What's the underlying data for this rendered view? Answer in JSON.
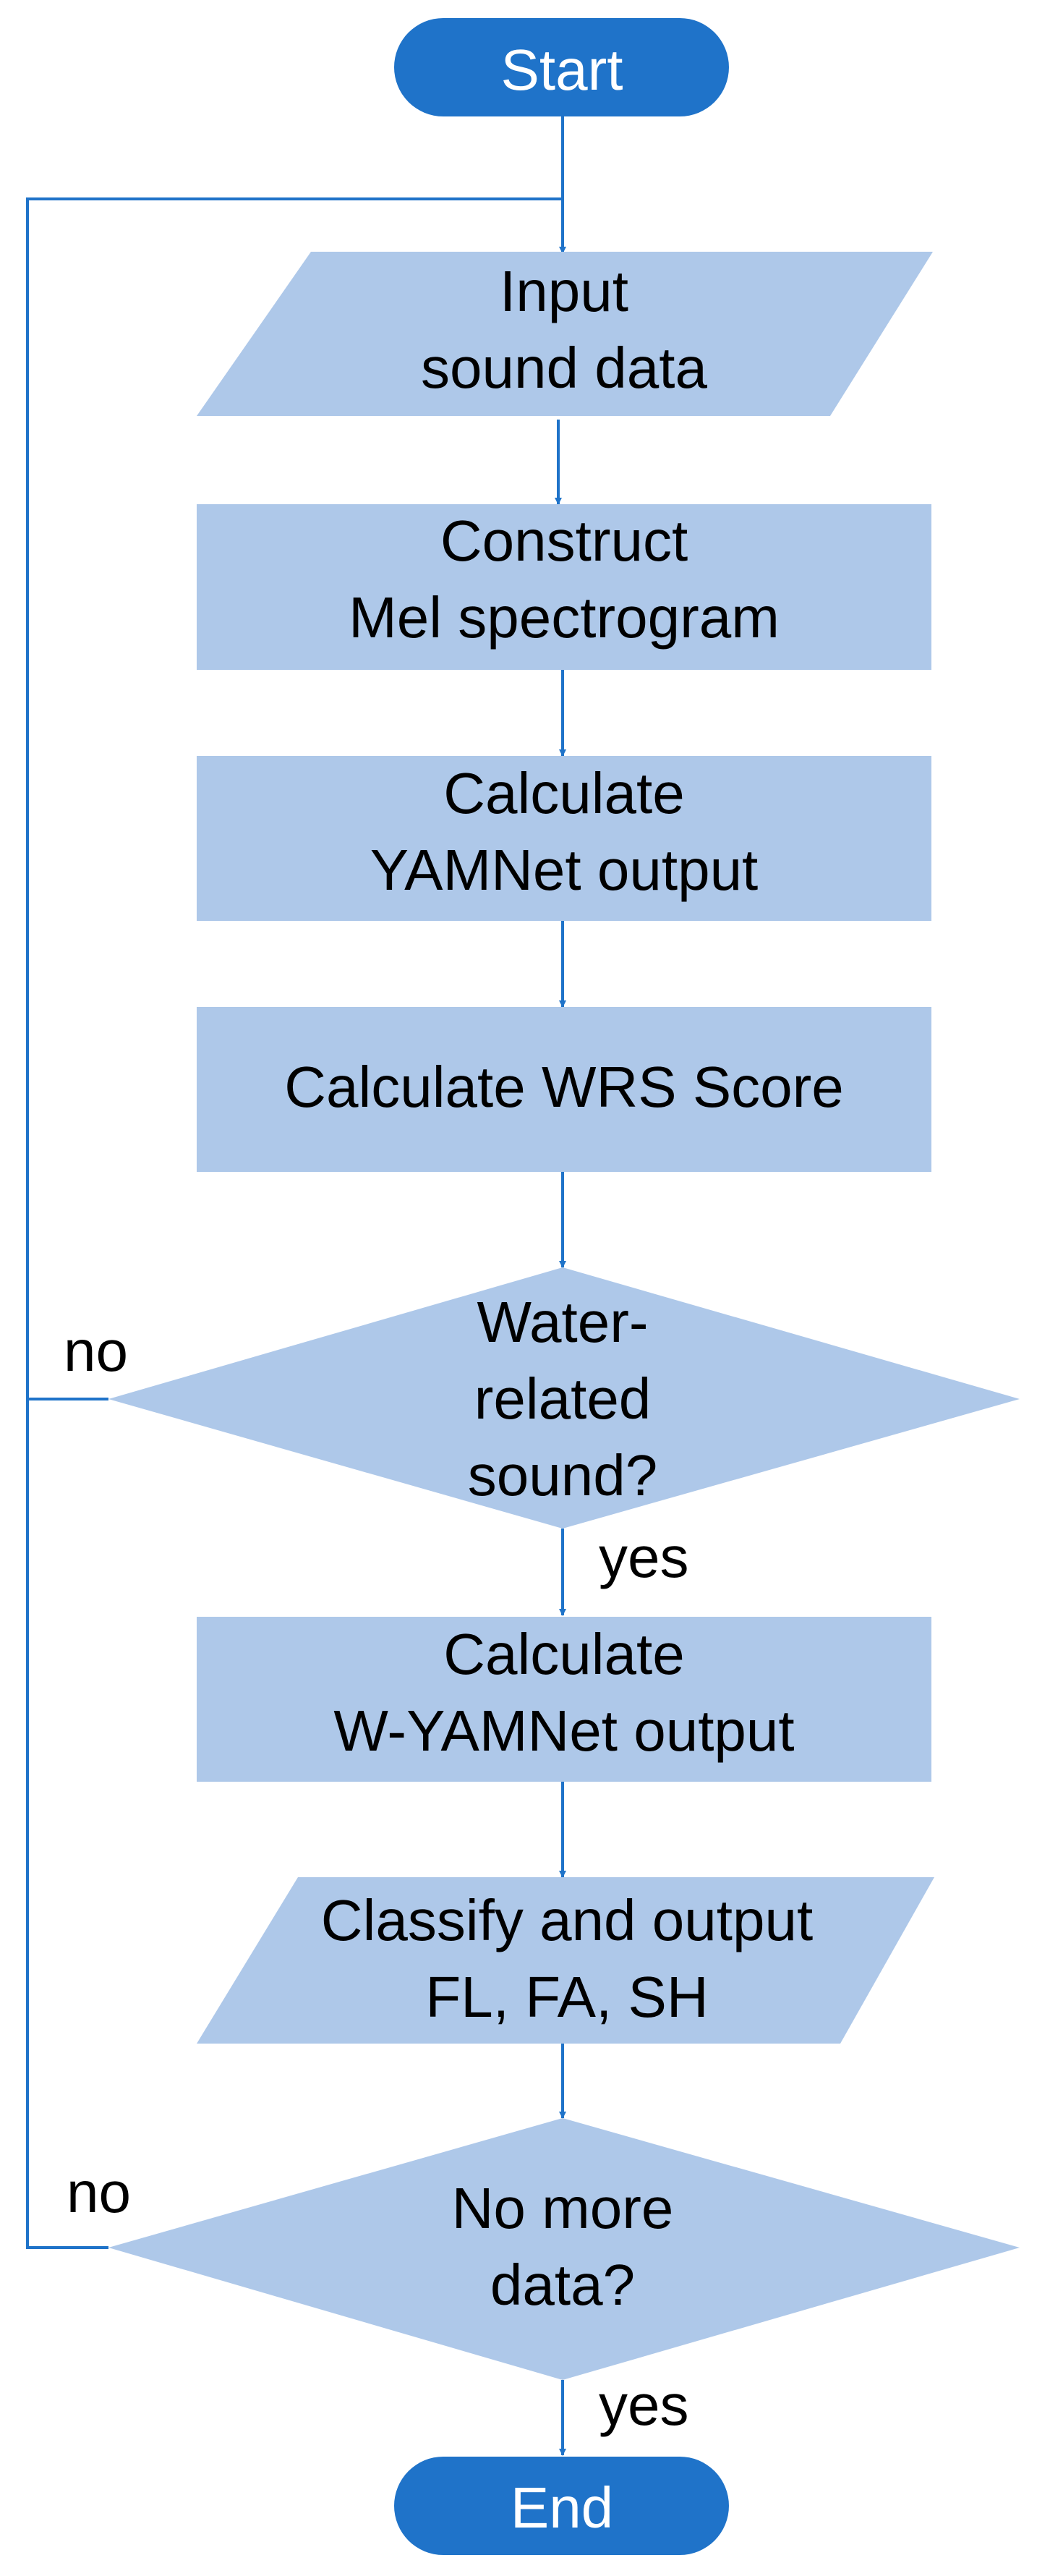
{
  "colors": {
    "terminator_fill": "#1f73c9",
    "process_fill": "#aec8e9",
    "connector": "#1f73c9",
    "text_dark": "#000000",
    "text_light": "#ffffff"
  },
  "nodes": {
    "start": {
      "lines": [
        "Start"
      ]
    },
    "input": {
      "lines": [
        "Input",
        "sound data"
      ]
    },
    "mel": {
      "lines": [
        "Construct",
        "Mel spectrogram"
      ]
    },
    "yamnet": {
      "lines": [
        "Calculate",
        "YAMNet output"
      ]
    },
    "wrs": {
      "lines": [
        "Calculate WRS Score"
      ]
    },
    "water": {
      "lines": [
        "Water-",
        "related",
        "sound?"
      ]
    },
    "wyamnet": {
      "lines": [
        "Calculate",
        "W-YAMNet output"
      ]
    },
    "classify": {
      "lines": [
        "Classify and output",
        "FL, FA, SH"
      ]
    },
    "more": {
      "lines": [
        "No more",
        "data?"
      ]
    },
    "end": {
      "lines": [
        "End"
      ]
    }
  },
  "edge_labels": {
    "water_no": "no",
    "water_yes": "yes",
    "more_no": "no",
    "more_yes": "yes"
  }
}
